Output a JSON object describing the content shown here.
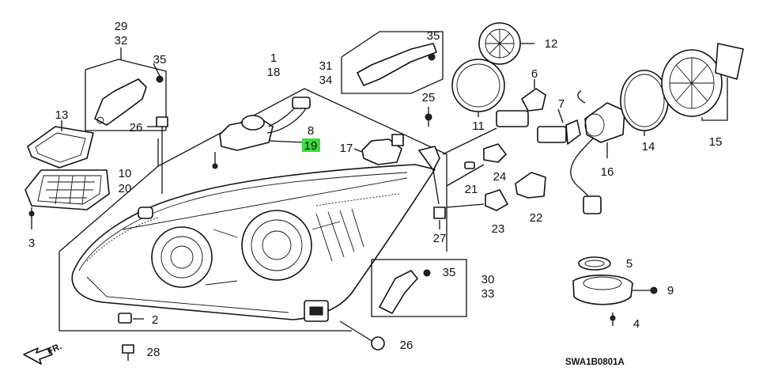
{
  "diagram": {
    "code": "SWA1B0801A",
    "front_label": "FR.",
    "highlighted_part": "19",
    "highlight_color": "#3ddc3d",
    "labels": {
      "p1": "1",
      "p18": "18",
      "p29": "29",
      "p32": "32",
      "p35a": "35",
      "p35b": "35",
      "p35c": "35",
      "p31": "31",
      "p34": "34",
      "p12": "12",
      "p6": "6",
      "p7": "7",
      "p13": "13",
      "p26a": "26",
      "p8": "8",
      "p19": "19",
      "p25": "25",
      "p11": "11",
      "p14": "14",
      "p15": "15",
      "p16": "16",
      "p17": "17",
      "p10": "10",
      "p20": "20",
      "p24": "24",
      "p21": "21",
      "p22": "22",
      "p23": "23",
      "p27": "27",
      "p3": "3",
      "p5": "5",
      "p9": "9",
      "p30": "30",
      "p33": "33",
      "p4": "4",
      "p2": "2",
      "p28": "28",
      "p26b": "26"
    }
  }
}
